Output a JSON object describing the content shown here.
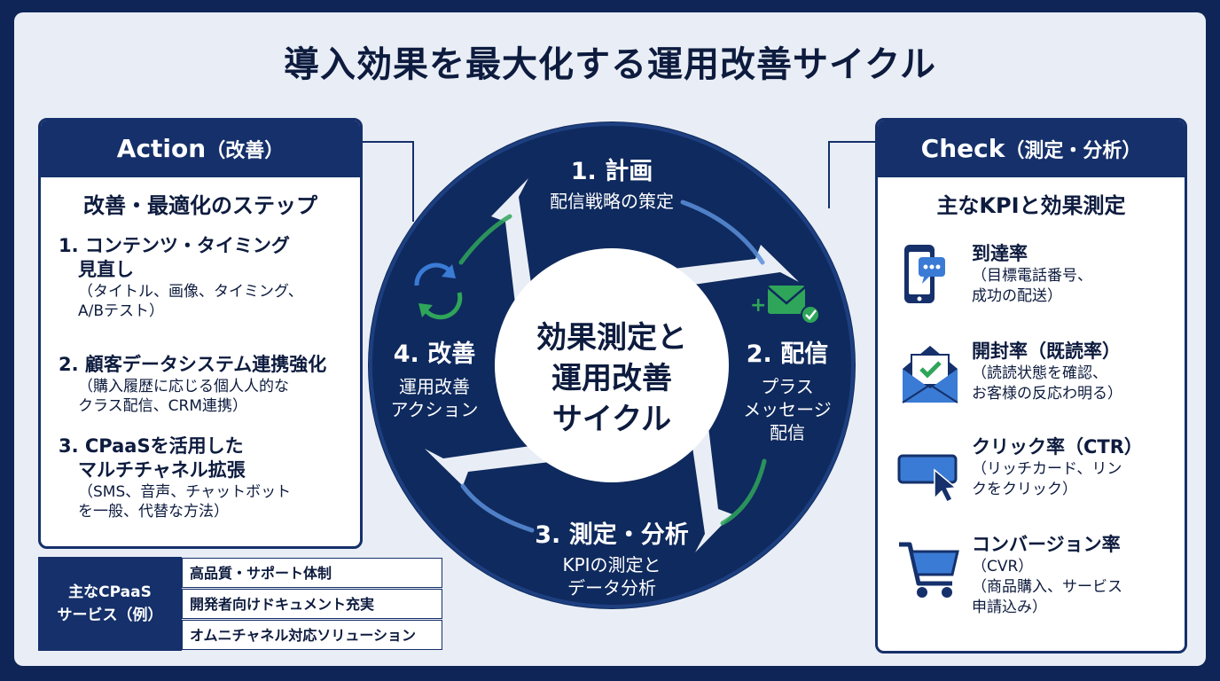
{
  "title": "導入効果を最大化する運用改善サイクル",
  "action": {
    "header": "Action",
    "header_sub": "（改善）",
    "subheading": "改善・最適化のステップ",
    "steps": [
      {
        "line1": "1. コンテンツ・タイミング",
        "line2": "見直し",
        "note1": "（タイトル、画像、タイミング、",
        "note2": "A/Bテスト）"
      },
      {
        "line1": "2. 顧客データシステム連携強化",
        "note1": "（購入履歴に応じる個人人的な",
        "note2": "クラス配信、CRM連携）"
      },
      {
        "line1": "3. CPaaSを活用した",
        "line2": "マルチチャネル拡張",
        "note1": "（SMS、音声、チャットボット",
        "note2": "を一般、代替な方法）"
      }
    ]
  },
  "services": {
    "label1": "主なCPaaS",
    "label2": "サービス（例）",
    "items": [
      "高品質・サポート体制",
      "開発者向けドキュメント充実",
      "オムニチャネル対応ソリューション"
    ]
  },
  "cycle": {
    "center1": "効果測定と",
    "center2": "運用改善",
    "center3": "サイクル",
    "stages": [
      {
        "title": "1. 計画",
        "desc1": "配信戦略の策定",
        "desc2": "",
        "desc3": ""
      },
      {
        "title": "2. 配信",
        "desc1": "プラス",
        "desc2": "メッセージ",
        "desc3": "配信"
      },
      {
        "title": "3. 測定・分析",
        "desc1": "KPIの測定と",
        "desc2": "データ分析",
        "desc3": ""
      },
      {
        "title": "4. 改善",
        "desc1": "運用改善",
        "desc2": "アクション",
        "desc3": ""
      }
    ]
  },
  "check": {
    "header": "Check",
    "header_sub": "（測定・分析）",
    "subheading": "主なKPIと効果測定",
    "kpis": [
      {
        "icon": "smartphone-chat-icon",
        "name": "到達率",
        "desc1": "（目標電話番号、",
        "desc2": "成功の配送）",
        "desc3": ""
      },
      {
        "icon": "open-envelope-check-icon",
        "name": "開封率（既読率）",
        "desc1": "（読読状態を確認、",
        "desc2": "お客様の反応わ明る）",
        "desc3": ""
      },
      {
        "icon": "cursor-click-icon",
        "name": "クリック率（CTR）",
        "desc1": "（リッチカード、リン",
        "desc2": "クをクリック）",
        "desc3": ""
      },
      {
        "icon": "shopping-cart-icon",
        "name": "コンバージョン率",
        "desc1": "（CVR）",
        "desc2": "（商品購入、サービス",
        "desc3": "申請込み）"
      }
    ]
  },
  "colors": {
    "navy": "#15306a",
    "ring": "#0f2a5e",
    "accent_green": "#2fa55a",
    "accent_blue": "#3a7bd5",
    "background": "#e9eef6"
  }
}
